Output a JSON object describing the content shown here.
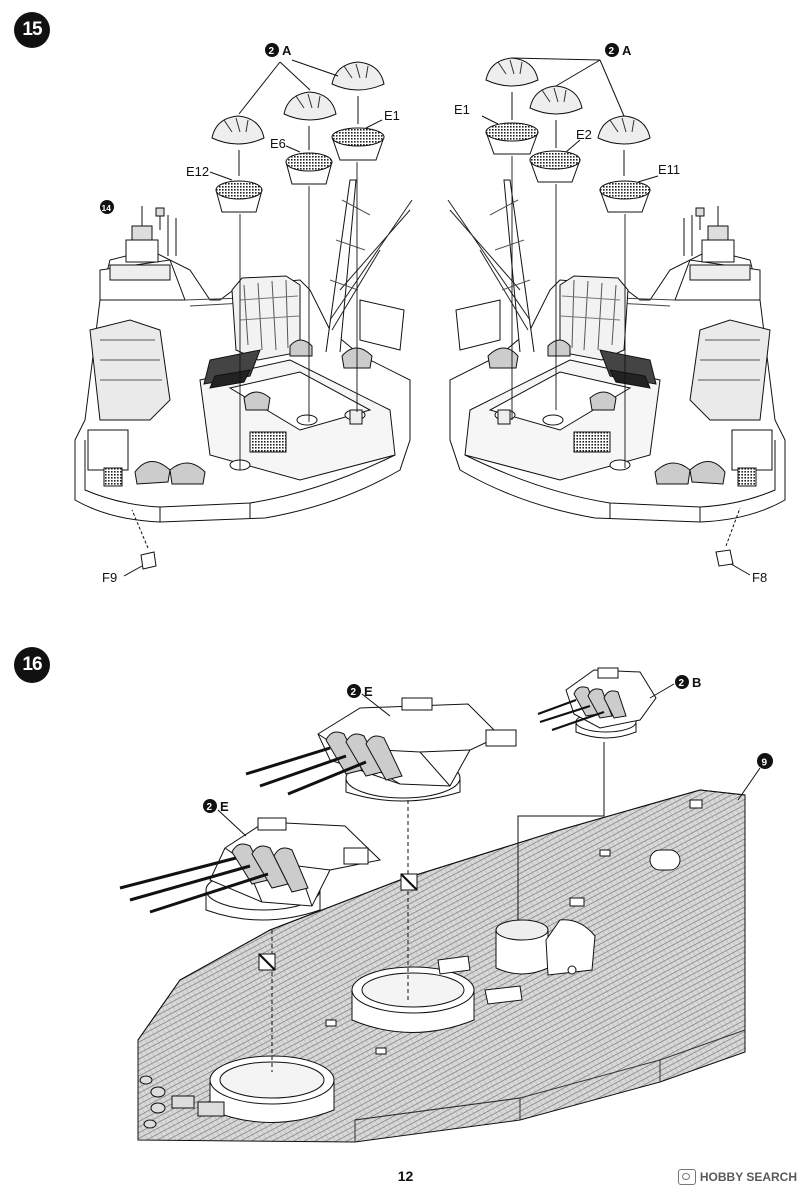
{
  "steps": [
    {
      "number": "15"
    },
    {
      "number": "16"
    }
  ],
  "callouts": {
    "part_2a": "A",
    "part_2b": "B",
    "part_2e": "E",
    "ref_14": "14",
    "ref_9": "9",
    "circle_2": "2"
  },
  "part_labels": {
    "e1": "E1",
    "e2": "E2",
    "e6": "E6",
    "e11": "E11",
    "e12": "E12",
    "f8": "F8",
    "f9": "F9"
  },
  "page_number": "12",
  "watermark": "HOBBY SEARCH"
}
